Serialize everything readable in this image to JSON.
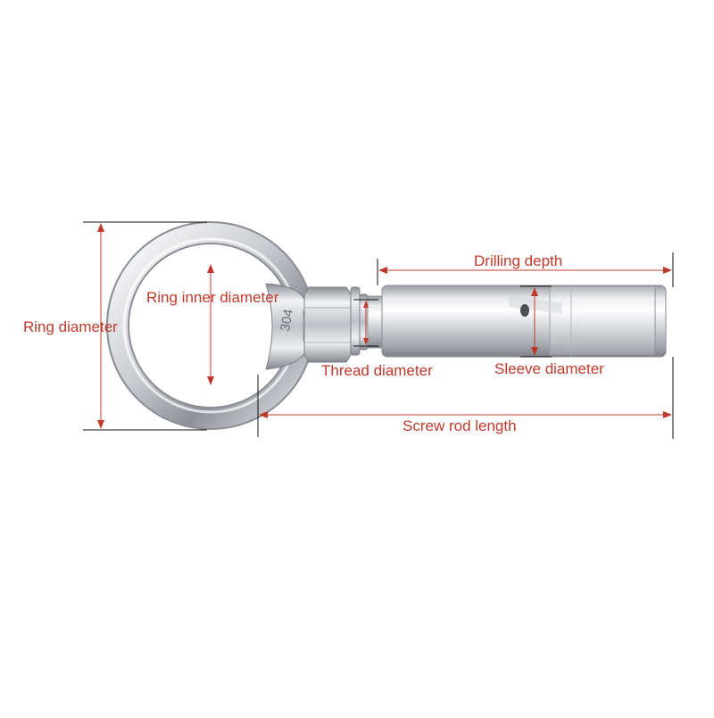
{
  "colors": {
    "dimension": "#c0392b",
    "line": "#111111",
    "metal_light": "#f4f4f6",
    "metal_mid": "#c9cbd0",
    "metal_dark": "#7b7f86"
  },
  "ring_stamp": "304",
  "labels": {
    "ring_diameter": "Ring diameter",
    "ring_inner_diameter": "Ring inner diameter",
    "thread_diameter": "Thread diameter",
    "sleeve_diameter": "Sleeve diameter",
    "drilling_depth": "Drilling depth",
    "screw_rod_length": "Screw rod length"
  }
}
